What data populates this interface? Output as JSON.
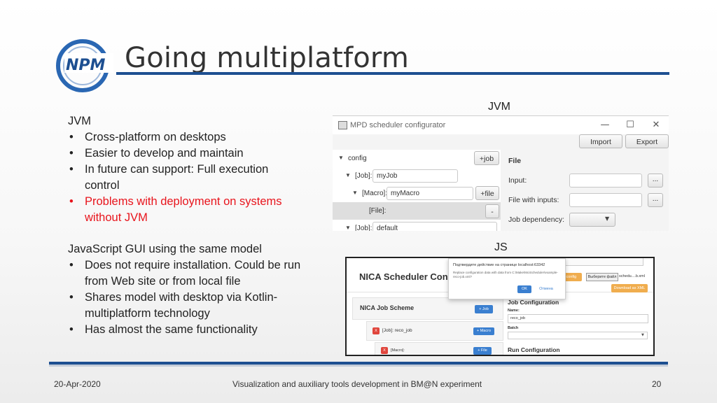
{
  "slide": {
    "title": "Going multiplatform",
    "logo_text": "NPM"
  },
  "left_column": {
    "jvm_heading": "JVM",
    "jvm_bullets": [
      "Cross-platform on desktops",
      "Easier to develop and maintain",
      "In future can support: Full execution control",
      "Problems with deployment on systems without JVM"
    ],
    "js_heading": "JavaScript GUI using the same model",
    "js_bullets": [
      "Does not require installation. Could be run from Web site or from local file",
      "Shares model with desktop via Kotlin-multiplatform technology",
      "Has almost the same functionality"
    ]
  },
  "jvm_panel": {
    "label": "JVM",
    "window_title": "MPD scheduler configurator",
    "window_buttons": [
      "—",
      "☐",
      "✕"
    ],
    "toolbar": {
      "import_label": "Import",
      "export_label": "Export"
    },
    "tree": {
      "config_label": "config",
      "add_job_label": "+job",
      "job_label": "[Job]:",
      "job_value": "myJob",
      "macro_label": "[Macro]:",
      "macro_value": "myMacro",
      "add_file_label": "+file",
      "file_label": "[File]:",
      "remove_label": "-",
      "job2_label": "[Job]:",
      "job2_value": "default"
    },
    "right": {
      "heading": "File",
      "input_label": "Input:",
      "file_with_inputs_label": "File with inputs:",
      "job_dependency_label": "Job dependency:",
      "dots_label": "..."
    }
  },
  "js_panel": {
    "label": "JS",
    "app_title": "NICA Scheduler Con",
    "dialog": {
      "title": "Подтвердите действие на странице localhost:63342",
      "message": "Replace configuration data with data from C:\\Make\\Mu\\Scheduler\\example-reco-job.xml?",
      "ok_label": "OK",
      "cancel_label": "Отмена"
    },
    "header_buttons": {
      "load_label": "Load config",
      "choose_file_label": "Выберите файл",
      "file_name": "schedu....b.xml",
      "download_label": "Download as XML"
    },
    "job_scheme": {
      "title": "NICA Job Scheme",
      "add_job_label": "+ Job",
      "job_item_label": "[Job]: reco_job",
      "add_macro_label": "+ Macro",
      "macro_item_label": "[Macro]:",
      "add_file_label": "+ File",
      "remove_label": "X"
    },
    "job_config": {
      "title": "Job Configuration",
      "name_label": "Name:",
      "name_value": "reco_job",
      "batch_label": "Batch",
      "run_title": "Run Configuration"
    }
  },
  "footer": {
    "date": "20-Apr-2020",
    "center": "Visualization and auxiliary tools development in BM@N experiment",
    "page": "20"
  },
  "colors": {
    "accent_blue": "#1d4f91",
    "warning_red": "#e8141c",
    "js_button_blue": "#3a7fd0",
    "js_remove_red": "#e0453c",
    "js_orange": "#f0ad4e"
  }
}
